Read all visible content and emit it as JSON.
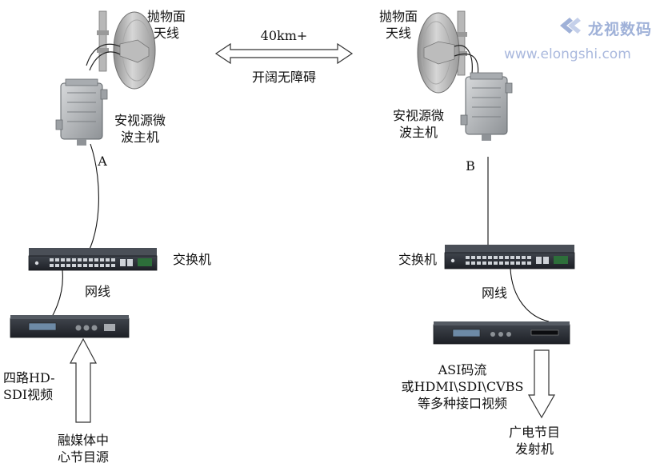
{
  "watermark": {
    "brand": "龙视数码",
    "url": "www.elongshi.com",
    "logo_icon": "elongshi-chevron-logo-icon",
    "color": "#a3b4da"
  },
  "link": {
    "distance": "40km+",
    "condition": "开阔无障碍"
  },
  "site_a": {
    "antenna_label": [
      "抛物面",
      "天线"
    ],
    "host_label": [
      "安视源微",
      "波主机"
    ],
    "point_label": "A",
    "switch_label": "交换机",
    "cable_label": "网线",
    "input_label": [
      "四路HD-",
      "SDI视频"
    ],
    "source_label": [
      "融媒体中",
      "心节目源"
    ]
  },
  "site_b": {
    "antenna_label": [
      "抛物面",
      "天线"
    ],
    "host_label": [
      "安视源微",
      "波主机"
    ],
    "point_label": "B",
    "switch_label": "交换机",
    "cable_label": "网线",
    "output_label": [
      "ASI码流",
      "或HDMI\\SDI\\CVBS",
      "等多种接口视频"
    ],
    "dest_label": [
      "广电节目",
      "发射机"
    ]
  },
  "colors": {
    "arrow_fill": "#ffffff",
    "arrow_stroke": "#333333",
    "device_dark": "#2b2f36",
    "housing": "#b9bcbf",
    "dish": "#c8c8c8"
  }
}
